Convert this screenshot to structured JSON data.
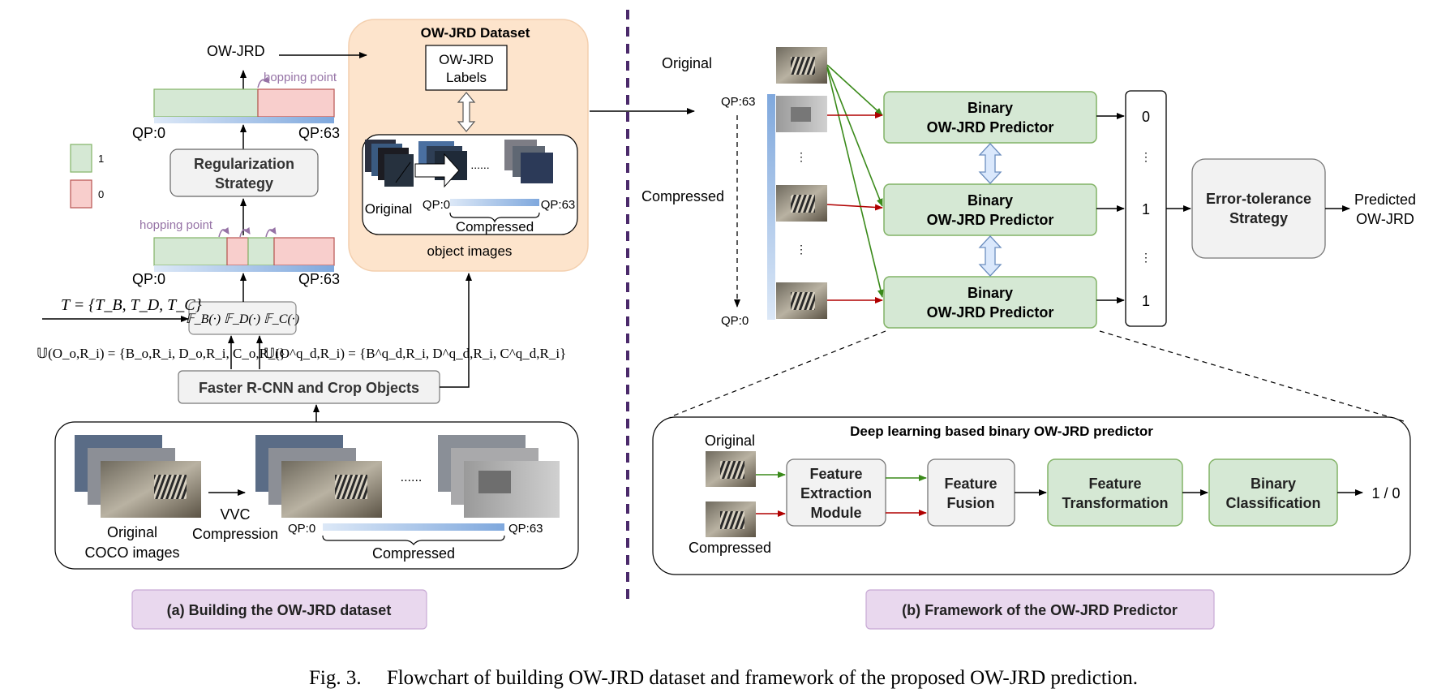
{
  "part_a": {
    "dataset_box_title": "OW-JRD Dataset",
    "labels_line1": "OW-JRD",
    "labels_line2": "Labels",
    "original": "Original",
    "qp0": "QP:0",
    "qp63": "QP:63",
    "compressed": "Compressed",
    "object_images": "object images",
    "owjrd_out": "OW-JRD",
    "hopping_point": "hopping point",
    "legend_one": "1",
    "legend_zero": "0",
    "reg_line1": "Regularization",
    "reg_line2": "Strategy",
    "t_formula": "T = {T_B, T_D, T_C}",
    "f_formula": "𝔽_B(·) 𝔽_D(·) 𝔽_C(·)",
    "u_left": "𝕌(O_o,R_i) = {B_o,R_i, D_o,R_i, C_o,R_i}",
    "u_right": "𝕌(O^q_d,R_i) = {B^q_d,R_i, D^q_d,R_i, C^q_d,R_i}",
    "faster_rcnn": "Faster R-CNN and Crop Objects",
    "original_coco_1": "Original",
    "original_coco_2": "COCO images",
    "vvc_1": "VVC",
    "vvc_2": "Compression",
    "dots": "......",
    "caption": "(a) Building the OW-JRD dataset"
  },
  "part_b": {
    "original": "Original",
    "qp63": "QP:63",
    "qp0": "QP:0",
    "compressed": "Compressed",
    "predictor_line1": "Binary",
    "predictor_line2": "OW-JRD Predictor",
    "out_top": "0",
    "out_mid": "1",
    "out_bot": "1",
    "error_line1": "Error-tolerance",
    "error_line2": "Strategy",
    "predicted_line1": "Predicted",
    "predicted_line2": "OW-JRD",
    "detail_title": "Deep learning based binary OW-JRD predictor",
    "detail_original": "Original",
    "detail_compressed": "Compressed",
    "fem_1": "Feature",
    "fem_2": "Extraction",
    "fem_3": "Module",
    "ff_1": "Feature",
    "ff_2": "Fusion",
    "ft_1": "Feature",
    "ft_2": "Transformation",
    "bc_1": "Binary",
    "bc_2": "Classification",
    "output": "1 / 0",
    "caption": "(b) Framework of the OW-JRD Predictor"
  },
  "figure_caption": "Fig. 3.     Flowchart of building OW-JRD dataset and framework of the proposed OW-JRD prediction.",
  "colors": {
    "green_fill": "#d5e8d4",
    "green_stroke": "#82b366",
    "red_fill": "#f8cecc",
    "red_stroke": "#b85450",
    "peach_fill": "#fde4cc",
    "purple_fill": "#e9d8ee",
    "purple_stroke": "#9673a6",
    "blue_bar": "#8fb4e3",
    "hop_purple": "#9673a6",
    "divider": "#4b2a6b"
  }
}
